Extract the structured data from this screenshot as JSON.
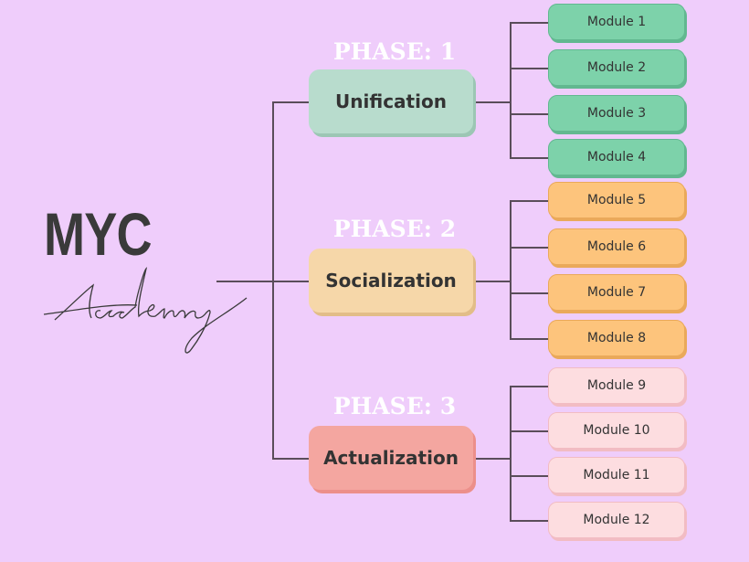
{
  "title": "MYC",
  "subtitle": "Academy",
  "phases": [
    {
      "label": "PHASE: 1",
      "name": "Unification",
      "color": "#b8dccd",
      "shadow": "#9cc6b4",
      "module_color": "#7dd2aa",
      "module_shadow": "#62b890",
      "modules": [
        "Module 1",
        "Module 2",
        "Module 3",
        "Module 4"
      ]
    },
    {
      "label": "PHASE: 2",
      "name": "Socialization",
      "color": "#f6d7a9",
      "shadow": "#e2bd88",
      "module_color": "#fdc47c",
      "module_shadow": "#eaa95a",
      "modules": [
        "Module 5",
        "Module 6",
        "Module 7",
        "Module 8"
      ]
    },
    {
      "label": "PHASE: 3",
      "name": "Actualization",
      "color": "#f4a6a0",
      "shadow": "#ec8f8a",
      "module_color": "#fddde0",
      "module_shadow": "#f2bcc3",
      "modules": [
        "Module 9",
        "Module 10",
        "Module 11",
        "Module 12"
      ]
    }
  ]
}
